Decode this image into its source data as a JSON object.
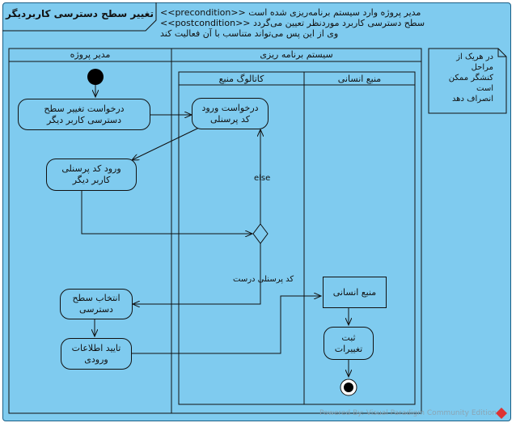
{
  "diagram": {
    "title": "تغییر سطح دسترسی کاربردیگر",
    "precondition": "مدیر پروژه وارد سیستم برنامه‌ریزی شده است <<precondition>>",
    "postcondition": "سطح دسترسی کاربرد موردنظر تعیین می‌گردد <<postcondition>>",
    "postcondition_cont": "وی از این پس می‌تواند متناسب با آن فعالیت کند",
    "lanes": {
      "project_manager": "مدیر پروژه",
      "planning_system": "سیستم برنامه ریزی",
      "resource_catalog": "کاتالوگ منبع",
      "human_resource": "منبع انسانی"
    },
    "actions": {
      "request_change": "درخواست تغییر سطح\nدسترسی کاربر دیگر",
      "request_code": "درخواست ورود\nکد پرسنلی",
      "enter_code": "ورود کد پرسنلی\nکاربر دیگر",
      "select_level": "انتخاب سطح\nدسترسی",
      "confirm": "تایید اطلاعات\nورودی",
      "save": "ثبت\nتغییرات"
    },
    "object_node": "منبع انسانی",
    "guards": {
      "else": "else",
      "valid": "کد پرسنلی درست"
    },
    "note": "در هریک از\nمراحل\nکنشگر ممکن\nاست\nانصراف دهد",
    "watermark": "Powered By: Visual Paradigm Community Edition"
  }
}
